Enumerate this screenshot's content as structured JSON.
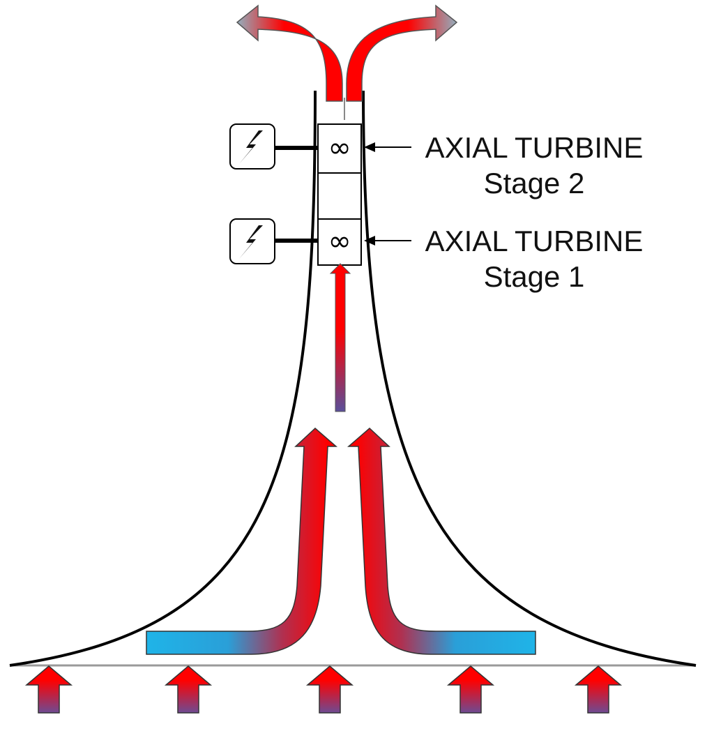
{
  "diagram": {
    "stage2_label": {
      "title": "AXIAL TURBINE",
      "stage": "Stage 2"
    },
    "stage1_label": {
      "title": "AXIAL TURBINE",
      "stage": "Stage 1"
    },
    "turbine_symbol": "∞",
    "generator_icon": "lightning-bolt-icon",
    "colors": {
      "hot": "#ff0000",
      "cold": "#1ba9e4",
      "mid": "#7b4a8a",
      "exhaust": "#8fa7b6",
      "outline": "#000000"
    }
  }
}
